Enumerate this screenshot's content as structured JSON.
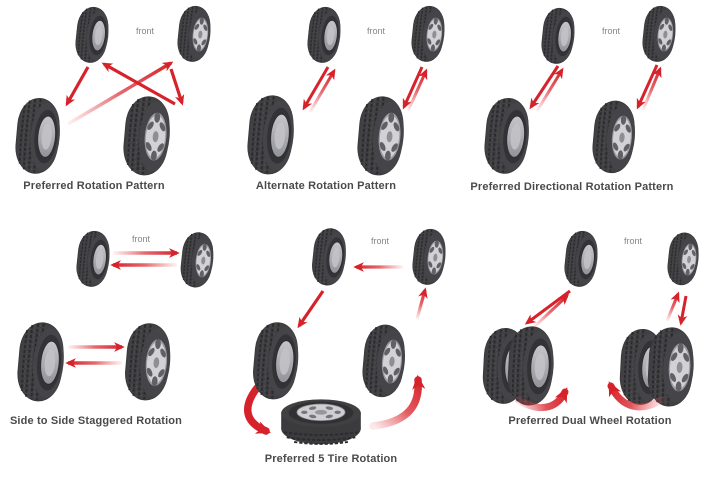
{
  "diagram": {
    "name": "tire-rotation-patterns",
    "background": "#ffffff"
  },
  "labels": {
    "front": "front"
  },
  "colors": {
    "arrow_red": "#d6232b",
    "arrow_fade": "#f2c9cb",
    "tire_body": "#3b3b3e",
    "tire_sidewall": "#454549",
    "hub_gray": "#b1b1b6",
    "wheel_silver": "#d2d2d6",
    "title_text": "#4a4a4d",
    "front_text": "#85858a"
  },
  "panels": [
    {
      "id": "preferred-rotation",
      "title": "Preferred Rotation Pattern"
    },
    {
      "id": "alternate-rotation",
      "title": "Alternate Rotation Pattern"
    },
    {
      "id": "preferred-directional-rotation",
      "title": "Preferred Directional Rotation Pattern"
    },
    {
      "id": "side-to-side-staggered",
      "title": "Side to Side Staggered Rotation"
    },
    {
      "id": "preferred-5-tire",
      "title": "Preferred 5 Tire Rotation"
    },
    {
      "id": "preferred-dual-wheel",
      "title": "Preferred Dual Wheel Rotation"
    }
  ]
}
